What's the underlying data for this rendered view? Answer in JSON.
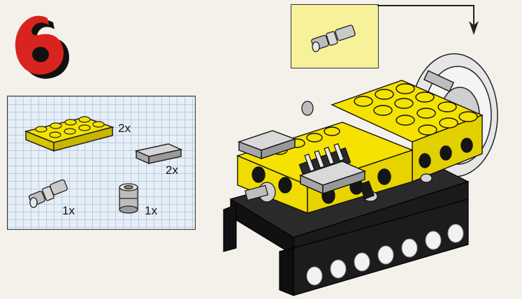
{
  "step": {
    "number": "6"
  },
  "parts": [
    {
      "name": "yellow-2x4-plate",
      "quantity": "2x"
    },
    {
      "name": "gray-1x2-tile",
      "quantity": "2x"
    },
    {
      "name": "gray-axle-connector",
      "quantity": "1x"
    },
    {
      "name": "gray-bush",
      "quantity": "1x"
    }
  ],
  "colors": {
    "yellow": "#f5e200",
    "black": "#151515",
    "gray": "#cfcfcf",
    "grid_bg": "#e7eef6",
    "grid_line": "#b8cde2",
    "callout_bg": "#f7f29a",
    "step_red": "#d8231e"
  }
}
